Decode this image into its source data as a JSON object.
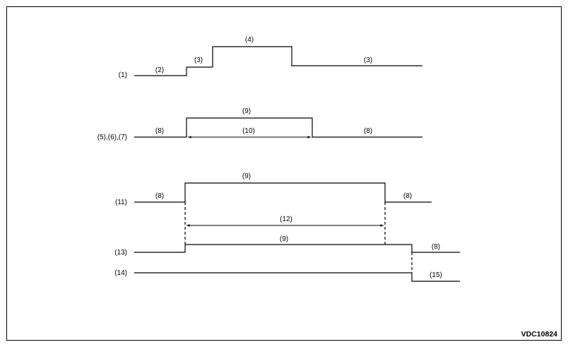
{
  "diagram": {
    "reference": "VDC10824",
    "rows": {
      "signal_1": {
        "row_label": "(1)",
        "segments": [
          "(2)",
          "(3)",
          "(4)",
          "(3)"
        ]
      },
      "signal_5_6_7": {
        "row_label": "(5),(6),(7)",
        "segments": [
          "(8)",
          "(9)",
          "(8)"
        ],
        "duration": "(10)"
      },
      "signal_11": {
        "row_label": "(11)",
        "segments": [
          "(8)",
          "(9)",
          "(8)"
        ],
        "duration": "(12)"
      },
      "signal_13": {
        "row_label": "(13)",
        "segments": [
          "(9)",
          "(8)"
        ]
      },
      "signal_14": {
        "row_label": "(14)",
        "segments": [
          "(15)"
        ]
      }
    }
  }
}
